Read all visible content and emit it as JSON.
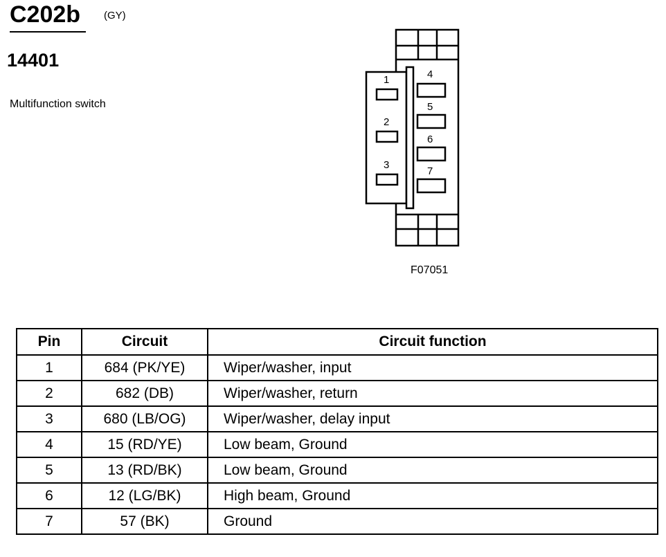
{
  "header": {
    "connector_id": "C202b",
    "color_code": "(GY)",
    "part_number": "14401",
    "description": "Multifunction switch"
  },
  "figure": {
    "id": "F07051",
    "pin_numbers": [
      "1",
      "2",
      "3",
      "4",
      "5",
      "6",
      "7"
    ]
  },
  "table": {
    "headers": {
      "pin": "Pin",
      "circuit": "Circuit",
      "function": "Circuit function"
    },
    "rows": [
      {
        "pin": "1",
        "circuit": "684 (PK/YE)",
        "function": "Wiper/washer, input"
      },
      {
        "pin": "2",
        "circuit": "682 (DB)",
        "function": "Wiper/washer, return"
      },
      {
        "pin": "3",
        "circuit": "680 (LB/OG)",
        "function": "Wiper/washer, delay input"
      },
      {
        "pin": "4",
        "circuit": "15 (RD/YE)",
        "function": "Low beam, Ground"
      },
      {
        "pin": "5",
        "circuit": "13 (RD/BK)",
        "function": "Low beam, Ground"
      },
      {
        "pin": "6",
        "circuit": "12 (LG/BK)",
        "function": "High beam, Ground"
      },
      {
        "pin": "7",
        "circuit": "57 (BK)",
        "function": "Ground"
      }
    ]
  }
}
